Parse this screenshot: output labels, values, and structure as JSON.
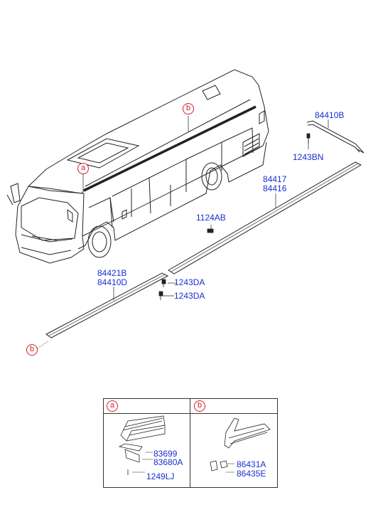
{
  "diagram": {
    "callouts": {
      "a": "a",
      "b": "b"
    },
    "part_numbers": {
      "p84410B": "84410B",
      "p1243BN": "1243BN",
      "p84417": "84417",
      "p84416": "84416",
      "p1124AB": "1124AB",
      "p84421B": "84421B",
      "p84410D": "84410D",
      "p1243DA_1": "1243DA",
      "p1243DA_2": "1243DA"
    },
    "detail_table": {
      "section_a": {
        "label": "a",
        "parts": [
          "83699",
          "83680A",
          "1249LJ"
        ]
      },
      "section_b": {
        "label": "b",
        "parts": [
          "86431A",
          "86435E"
        ]
      }
    }
  },
  "colors": {
    "part_number": "#1a2fd0",
    "callout": "#d0202a",
    "line": "#222222"
  }
}
